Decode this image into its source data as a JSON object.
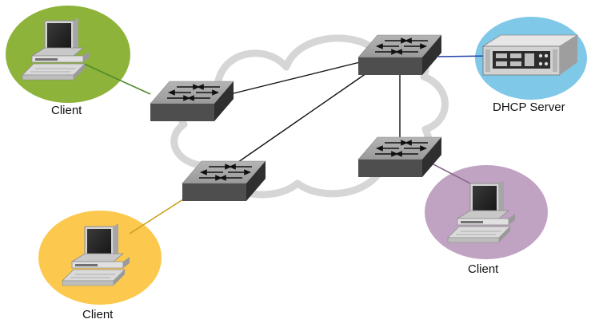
{
  "labels": {
    "client_top_left": "Client",
    "client_bottom_left": "Client",
    "client_bottom_right": "Client",
    "dhcp_server": "DHCP Server"
  },
  "colors": {
    "client_top_left_bg": "#8db33a",
    "client_bottom_left_bg": "#fcc94e",
    "client_bottom_right_bg": "#c0a3c2",
    "server_bg": "#7fc8e8",
    "link_green": "#4f8a2a",
    "link_gold": "#c9a21e",
    "link_purple": "#8c6a8e",
    "link_blue": "#1f3fa8",
    "backbone": "#111111",
    "cloud": "#d6d6d6"
  }
}
